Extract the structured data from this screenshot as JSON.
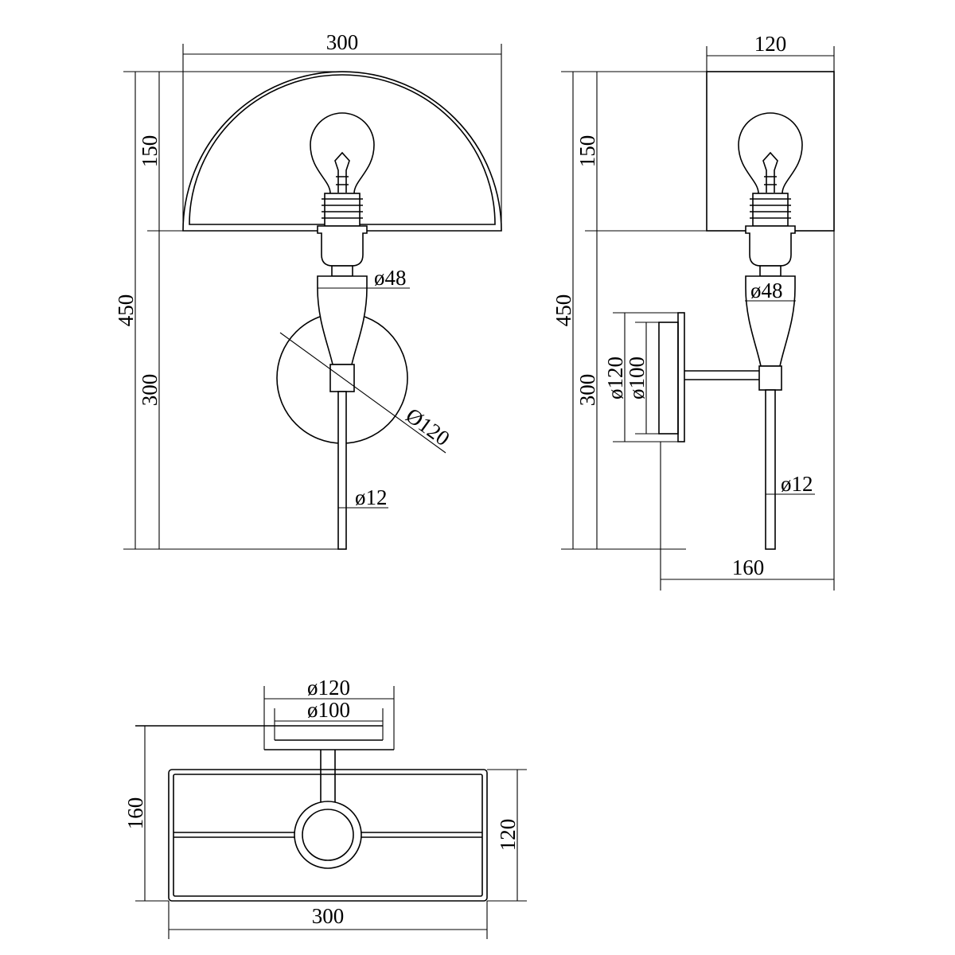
{
  "front_view": {
    "width_label": "300",
    "shade_height_label": "150",
    "total_height_label": "450",
    "lower_height_label": "300",
    "holder_diameter_label": "ø48",
    "backplate_diameter_label": "Ø120",
    "rod_diameter_label": "ø12"
  },
  "side_view": {
    "shade_depth_label": "120",
    "shade_height_label": "150",
    "total_height_label": "450",
    "lower_height_label": "300",
    "backplate_outer_label": "ø120",
    "backplate_inner_label": "ø100",
    "holder_diameter_label": "ø48",
    "rod_diameter_label": "ø12",
    "projection_label": "160"
  },
  "top_view": {
    "backplate_outer_label": "ø120",
    "backplate_inner_label": "ø100",
    "projection_label": "160",
    "shade_depth_label": "120",
    "shade_width_label": "300"
  },
  "colors": {
    "line": "#000000",
    "background": "#ffffff"
  }
}
